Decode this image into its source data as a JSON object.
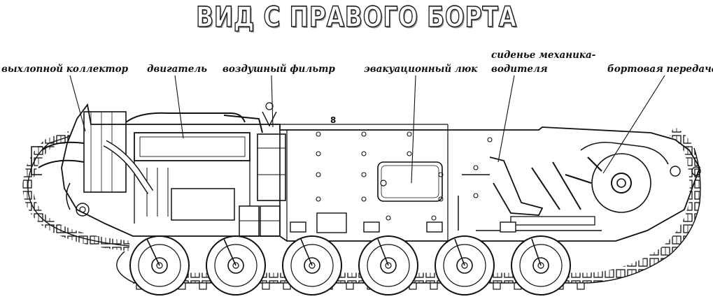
{
  "title": "ВИД С ПРАВОГО БОРТА",
  "labels": {
    "exhaust": "выхлопной коллектор",
    "engine": "двигатель",
    "air_filter": "воздушный фильтр",
    "hatch": "эвакуационный люк",
    "seat_line1": "сиденье механика-",
    "seat_line2": "водителя",
    "final_drive": "бортовая передача"
  },
  "hull_marking": "8"
}
